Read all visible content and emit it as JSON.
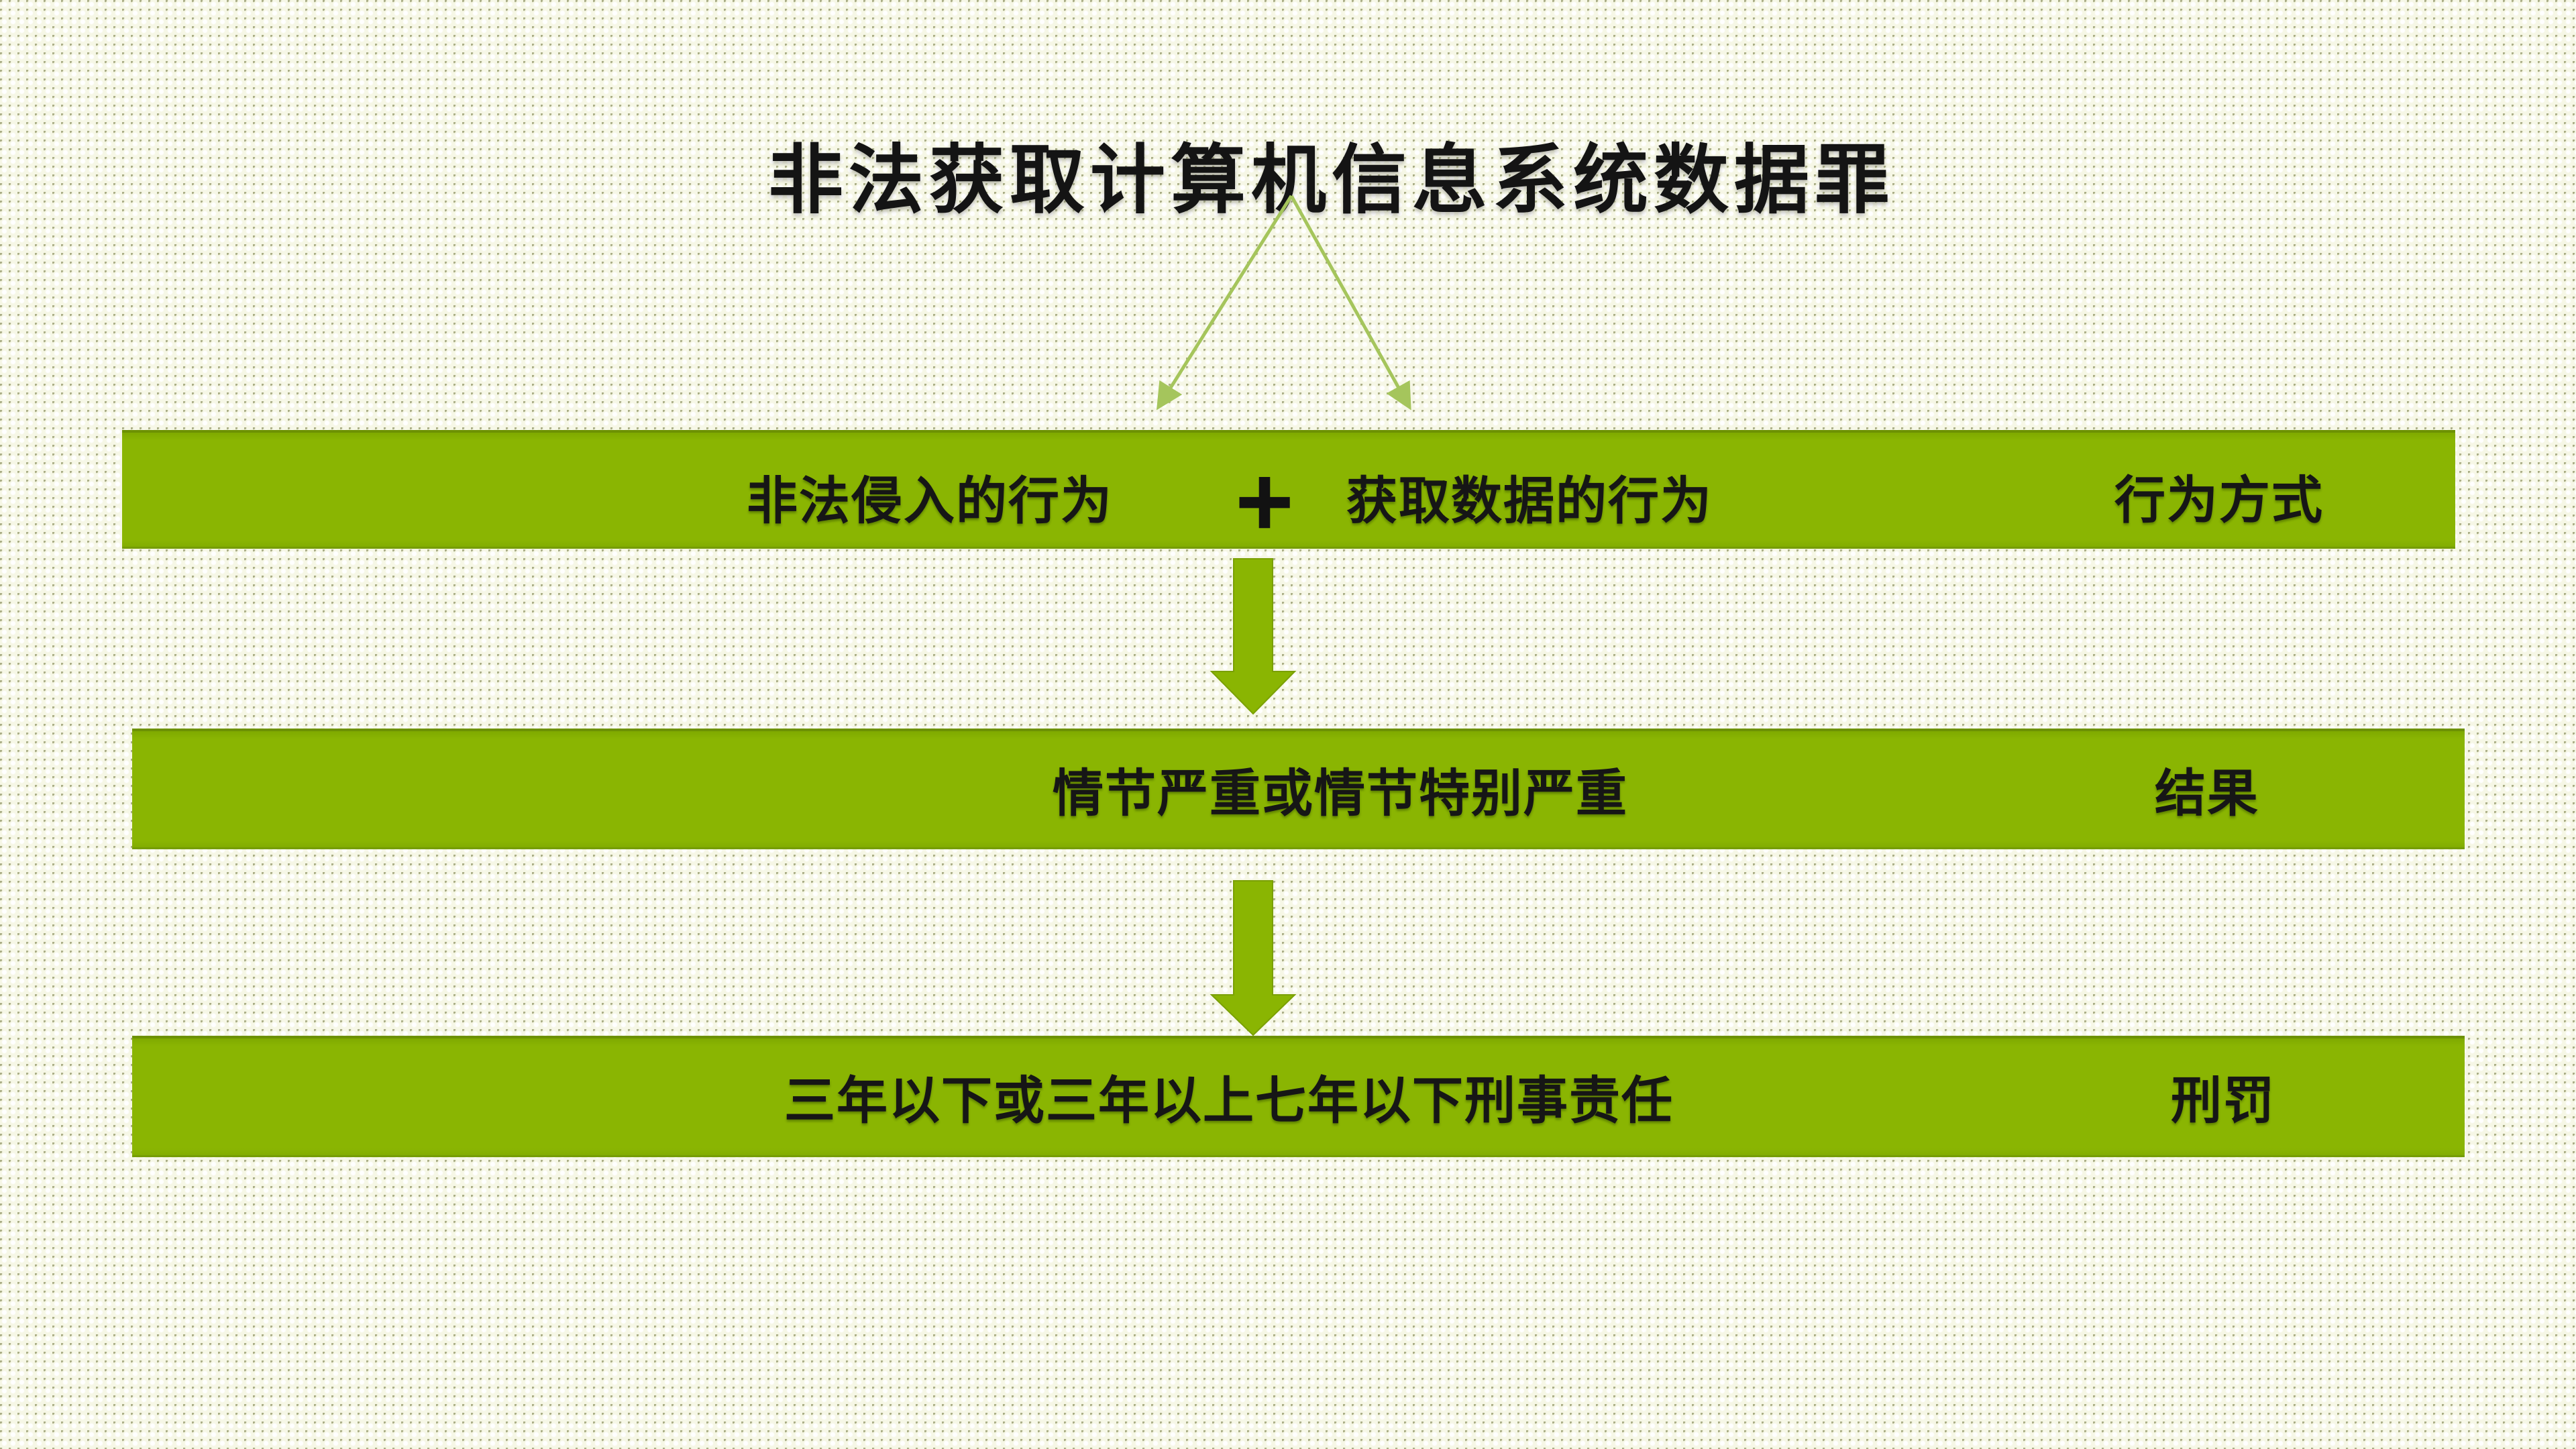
{
  "title": "非法获取计算机信息系统数据罪",
  "flow": {
    "row1": {
      "left_text": "非法侵入的行为",
      "operator": "+",
      "right_text": "获取数据的行为",
      "category": "行为方式"
    },
    "row2": {
      "text": "情节严重或情节特别严重",
      "category": "结果"
    },
    "row3": {
      "text": "三年以下或三年以上七年以下刑事责任",
      "category": "刑罚"
    }
  },
  "colors": {
    "bar_green": "#8ab502",
    "bar_edge_dark": "#6d9103",
    "connector_green": "#a5c55c",
    "background_base": "#f6f7e6",
    "pattern_dot_olive": "#a9ad85",
    "text_dark": "#161616"
  }
}
